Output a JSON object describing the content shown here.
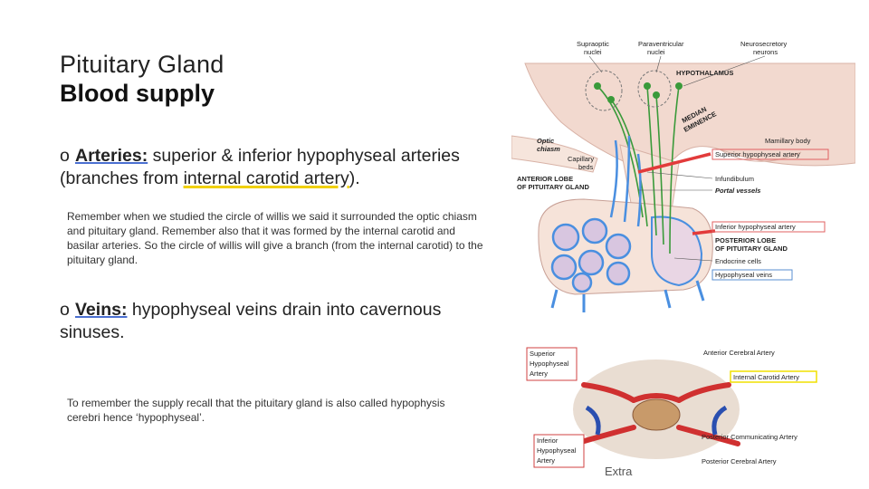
{
  "slide": {
    "title": "Pituitary Gland",
    "subtitle": "Blood supply",
    "bullets": [
      {
        "marker": "o",
        "term": "Arteries:",
        "text_before": " superior & inferior hypophyseal arteries (branches from ",
        "highlight": "internal carotid artery",
        "text_after": ")."
      },
      {
        "marker": "o",
        "term": "Veins:",
        "text": " hypophyseal veins drain into cavernous sinuses."
      }
    ],
    "note1": "Remember when we studied the circle of willis we said it surrounded the optic chiasm and pituitary gland. Remember also that it was formed by the internal carotid and basilar arteries. So the circle of willis will give a branch (from the internal carotid) to the pituitary gland.",
    "note2": "To remember the supply recall that the pituitary gland is also called hypophysis cerebri hence ‘hypophyseal’.",
    "extra": "Extra"
  },
  "diagram1": {
    "labels": {
      "supraoptic": [
        "Supraoptic",
        "nuclei"
      ],
      "paraventricular": [
        "Paraventricular",
        "nuclei"
      ],
      "neurosecretory": [
        "Neurosecretory",
        "neurons"
      ],
      "hypothalamus": "HYPOTHALAMUS",
      "median_eminence": [
        "MEDIAN",
        "EMINENCE"
      ],
      "mamillary": "Mamillary body",
      "optic_chiasm": [
        "Optic",
        "chiasm"
      ],
      "capillary_beds": [
        "Capillary",
        "beds"
      ],
      "superior_artery": "Superior hypophyseal artery",
      "anterior_lobe": [
        "ANTERIOR LOBE",
        "OF PITUITARY GLAND"
      ],
      "infundibulum": "Infundibulum",
      "portal_vessels": "Portal vessels",
      "inferior_artery": "Inferior hypophyseal artery",
      "posterior_lobe": [
        "POSTERIOR LOBE",
        "OF PITUITARY GLAND"
      ],
      "endocrine_cells": "Endocrine cells",
      "hypophyseal_veins": "Hypophyseal veins"
    },
    "colors": {
      "artery": "#e23b3b",
      "vein": "#4a8fe0",
      "neuron": "#3a9a3a",
      "tissue": "#f4ddd2",
      "label_box_red": "#e06060",
      "label_box_blue": "#5a8fd0"
    }
  },
  "diagram2": {
    "labels": {
      "superior": [
        "Superior",
        "Hypophyseal",
        "Artery"
      ],
      "inferior": [
        "Inferior",
        "Hypophyseal",
        "Artery"
      ],
      "anterior_cerebral": "Anterior Cerebral Artery",
      "internal_carotid": "Internal Carotid Artery",
      "posterior_communicating": "Posterior Communicating Artery",
      "posterior_cerebral": "Posterior Cerebral Artery"
    }
  }
}
